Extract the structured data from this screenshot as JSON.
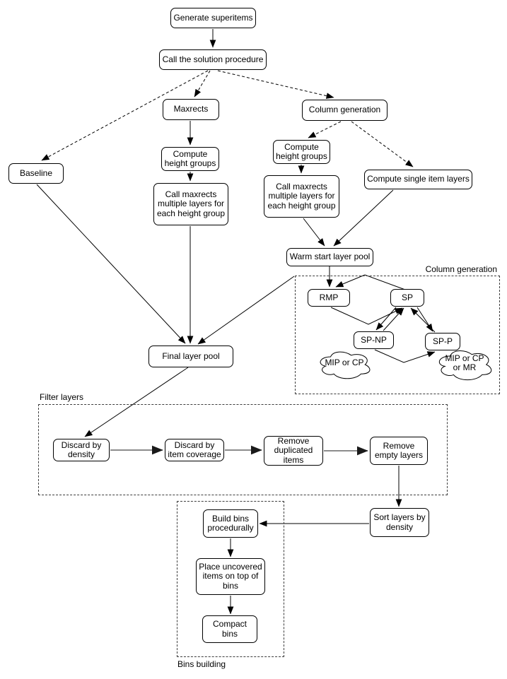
{
  "nodes": {
    "generate_superitems": "Generate superitems",
    "call_solution_procedure": "Call the solution procedure",
    "maxrects": "Maxrects",
    "column_generation": "Column generation",
    "baseline": "Baseline",
    "compute_height_groups_left": "Compute\nheight groups",
    "call_maxrects_left": "Call maxrects\nmultiple layers for\neach height group",
    "compute_height_groups_right": "Compute\nheight groups",
    "call_maxrects_right": "Call maxrects\nmultiple layers for\neach height group",
    "compute_single_item_layers": "Compute single item layers",
    "warm_start_layer_pool": "Warm start layer pool",
    "rmp": "RMP",
    "sp": "SP",
    "sp_np": "SP-NP",
    "sp_p": "SP-P",
    "final_layer_pool": "Final layer pool",
    "discard_by_density": "Discard by\ndensity",
    "discard_by_item_coverage": "Discard by\nitem coverage",
    "remove_duplicated_items": "Remove\nduplicated\nitems",
    "remove_empty_layers": "Remove\nempty layers",
    "sort_layers_by_density": "Sort layers by\ndensity",
    "build_bins_procedurally": "Build bins\nprocedurally",
    "place_uncovered_items": "Place uncovered\nitems on top of\nbins",
    "compact_bins": "Compact bins"
  },
  "groups": {
    "column_generation": "Column generation",
    "filter_layers": "Filter layers",
    "bins_building": "Bins building"
  },
  "clouds": {
    "mip_or_cp": "MIP or CP",
    "mip_or_cp_or_mr": "MIP or CP\nor MR"
  },
  "colors": {
    "stroke": "#000000",
    "group_dash": "#3d3d3d",
    "chain_edge": "#666666",
    "node_fill": "#ffffff"
  }
}
